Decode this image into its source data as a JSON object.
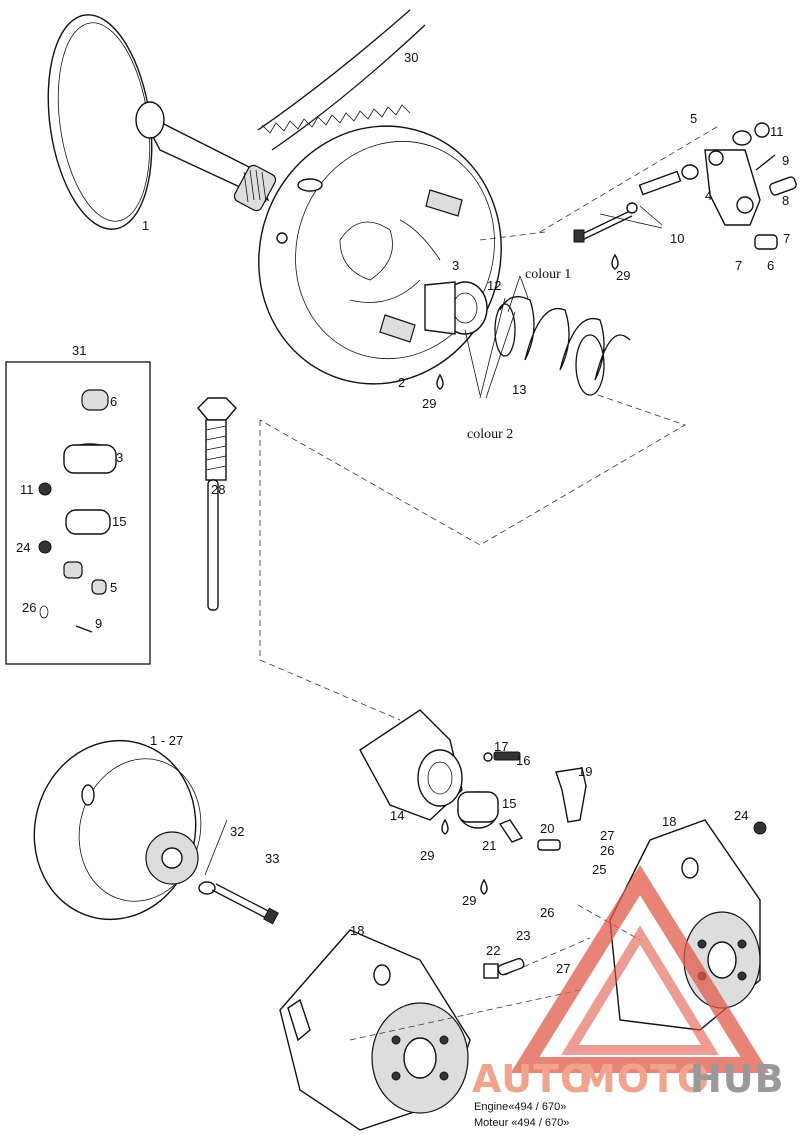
{
  "labels": {
    "l1": "1",
    "l2": "2",
    "l3": "3",
    "l4": "4",
    "l5": "5",
    "l6": "6",
    "l7a": "7",
    "l7b": "7",
    "l8": "8",
    "l9": "9",
    "l10": "10",
    "l11": "11",
    "l12": "12",
    "l13": "13",
    "l14": "14",
    "l15": "15",
    "l16": "16",
    "l17": "17",
    "l18a": "18",
    "l18b": "18",
    "l19": "19",
    "l20": "20",
    "l21": "21",
    "l22": "22",
    "l23": "23",
    "l24": "24",
    "l25": "25",
    "l26": "26",
    "l26b": "26",
    "l27": "27",
    "l27b": "27",
    "l28": "28",
    "l29a": "29",
    "l29b": "29",
    "l29c": "29",
    "l29d": "29",
    "l30": "30",
    "l31": "31",
    "l32": "32",
    "l33": "33",
    "l1_27": "1 - 27"
  },
  "kit31": {
    "title": "31",
    "items": {
      "k6": "6",
      "k3": "3",
      "k11": "11",
      "k15": "15",
      "k24": "24",
      "k5": "5",
      "k26": "26",
      "k9": "9"
    }
  },
  "callouts": {
    "colour1": "colour 1",
    "colour2": "colour 2"
  },
  "captions": {
    "engine_en": "Engine«494 / 670»",
    "engine_fr": "Moteur «494 / 670»"
  },
  "watermark": {
    "part1": "AUTO",
    "part2": "MOTO",
    "part3": "HUB",
    "color1": "#f0a38d",
    "color2": "#999999",
    "triangle_color": "#e05a4a"
  }
}
